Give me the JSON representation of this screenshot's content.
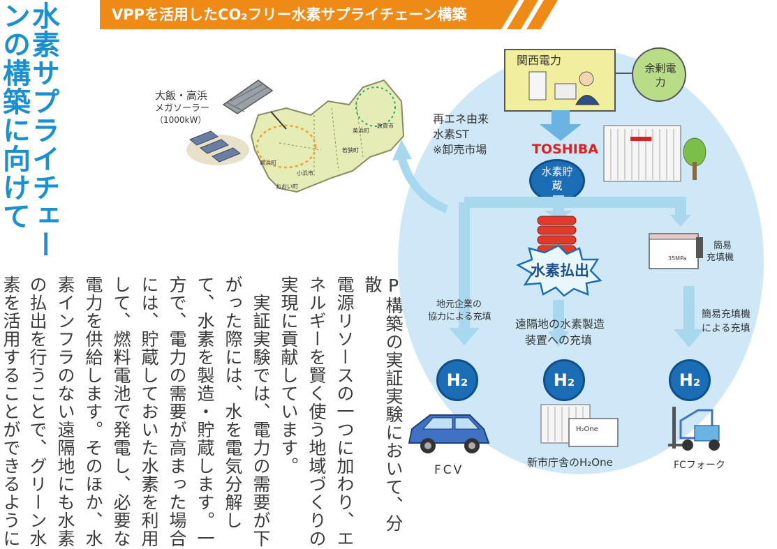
{
  "banner": {
    "title": "VPPを活用したCO₂フリー水素サプライチェーン構築"
  },
  "heading": {
    "col1": "水素サプライチェー",
    "col2": "ンの構築に向けて"
  },
  "body_columns": [
    "P構築の実証実験において、分散",
    "電源リソースの一つに加わり、エ",
    "ネルギーを賢く使う地域づくりの",
    "実現に貢献しています。",
    "　実証実験では、電力の需要が下",
    "がった際には、水を電気分解し",
    "て、水素を製造・貯蔵します。一",
    "方で、電力の需要が高まった場合",
    "には、貯蔵しておいた水素を利用",
    "して、燃料電池で発電し、必要な",
    "電力を供給します。そのほか、水",
    "素インフラのない遠隔地にも水素",
    "の払出を行うことで、グリーン水",
    "素を活用することができるように"
  ],
  "map": {
    "solar_label_1": "大飯・高浜",
    "solar_label_2": "メガソーラー",
    "solar_label_3": "（1000kW）",
    "towns": [
      "高浜町",
      "おおい町",
      "小浜市",
      "若狭町",
      "美浜町",
      "敦賀市"
    ]
  },
  "diagram": {
    "kepco": "関西電力",
    "surplus": "余剰電力",
    "station_lines": [
      "再エネ由来",
      "水素ST",
      "※卸売市場"
    ],
    "toshiba": "TOSHIBA",
    "storage": "水素貯蔵",
    "dispatch": "水素払出",
    "branch_left": [
      "地元企業の",
      "協力による充填"
    ],
    "branch_mid": [
      "遠隔地の水素製造",
      "装置への充填"
    ],
    "branch_right": [
      "簡易充填機",
      "による充填"
    ],
    "simple_filler": [
      "簡易",
      "充填機"
    ],
    "filler_pressure": "35MPa",
    "h2": "H₂",
    "fcv": "FCV",
    "h2one_label": "新市庁舎のH₂One",
    "h2one_box": "H₂One",
    "forklift": "FCフォーク"
  },
  "colors": {
    "accent_blue": "#1b8fd0",
    "banner_orange": "#f08a16",
    "bubble": "#cfe8f7",
    "arrow": "#a8d8ee",
    "h2_circle": "#1b6db5"
  }
}
